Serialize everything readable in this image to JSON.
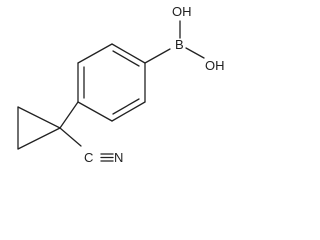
{
  "molecule": {
    "atoms": {
      "boron": "B",
      "hydroxyl_top": "OH",
      "hydroxyl_right": "OH",
      "nitrile_c": "C",
      "nitrile_n": "N"
    }
  },
  "colors": {
    "bond": "#222222",
    "label": "#222222",
    "background": "#ffffff"
  }
}
